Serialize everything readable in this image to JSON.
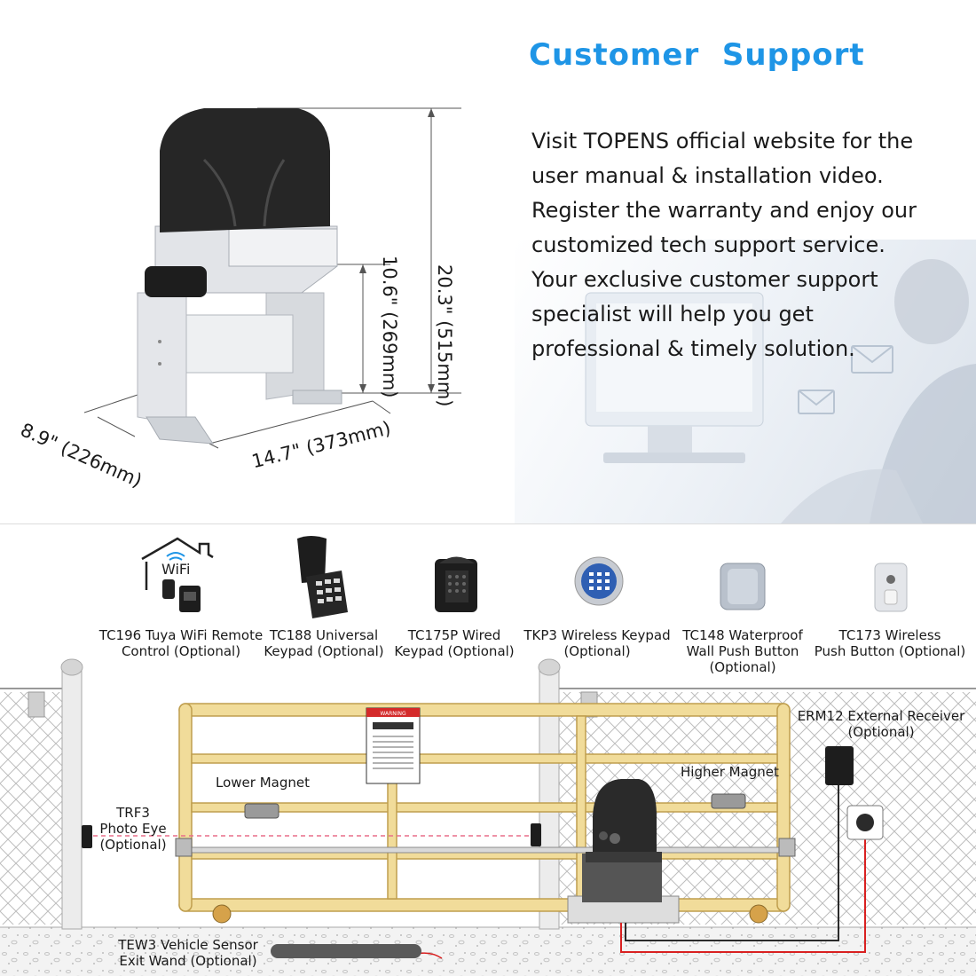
{
  "support": {
    "title": "Customer  Support",
    "lines": [
      "Visit TOPENS official website for the",
      "user manual & installation video.",
      "Register the warranty and enjoy our",
      "customized tech support service.",
      "Your exclusive customer support",
      "specialist will help you get",
      "professional & timely solution."
    ]
  },
  "dimensions": {
    "height_total": "20.3\" (515mm)",
    "height_lower": "10.6\" (269mm)",
    "depth": "8.9\" (226mm)",
    "width": "14.7\" (373mm)"
  },
  "accessories": [
    {
      "line1": "TC196 Tuya WiFi Remote",
      "line2": "Control (Optional)",
      "line3": "",
      "icon": "wifi-house-icon"
    },
    {
      "line1": "TC188 Universal",
      "line2": "Keypad (Optional)",
      "line3": "",
      "icon": "universal-keypad-icon"
    },
    {
      "line1": "TC175P Wired",
      "line2": "Keypad (Optional)",
      "line3": "",
      "icon": "wired-keypad-icon"
    },
    {
      "line1": "TKP3 Wireless Keypad",
      "line2": "(Optional)",
      "line3": "",
      "icon": "round-keypad-icon"
    },
    {
      "line1": "TC148 Waterproof",
      "line2": "Wall Push Button",
      "line3": "(Optional)",
      "icon": "wall-button-icon"
    },
    {
      "line1": "TC173 Wireless",
      "line2": "Push Button (Optional)",
      "line3": "",
      "icon": "wireless-button-icon"
    }
  ],
  "wifi_icon_text": "WiFi",
  "scene": {
    "erm12_line1": "ERM12 External Receiver",
    "erm12_line2": "(Optional)",
    "lower_magnet": "Lower Magnet",
    "higher_magnet": "Higher Magnet",
    "trf3_line1": "TRF3",
    "trf3_line2": "Photo Eye",
    "trf3_line3": "(Optional)",
    "tew3_line1": "TEW3 Vehicle Sensor",
    "tew3_line2": "Exit Wand (Optional)",
    "warning_sign": "WARNING"
  },
  "colors": {
    "title_blue": "#1e95e6",
    "gate_yellow": "#f1dc9a",
    "gate_outline": "#bf9e4e",
    "wire_red": "#d92020",
    "operator_black": "#2a2a2a"
  }
}
